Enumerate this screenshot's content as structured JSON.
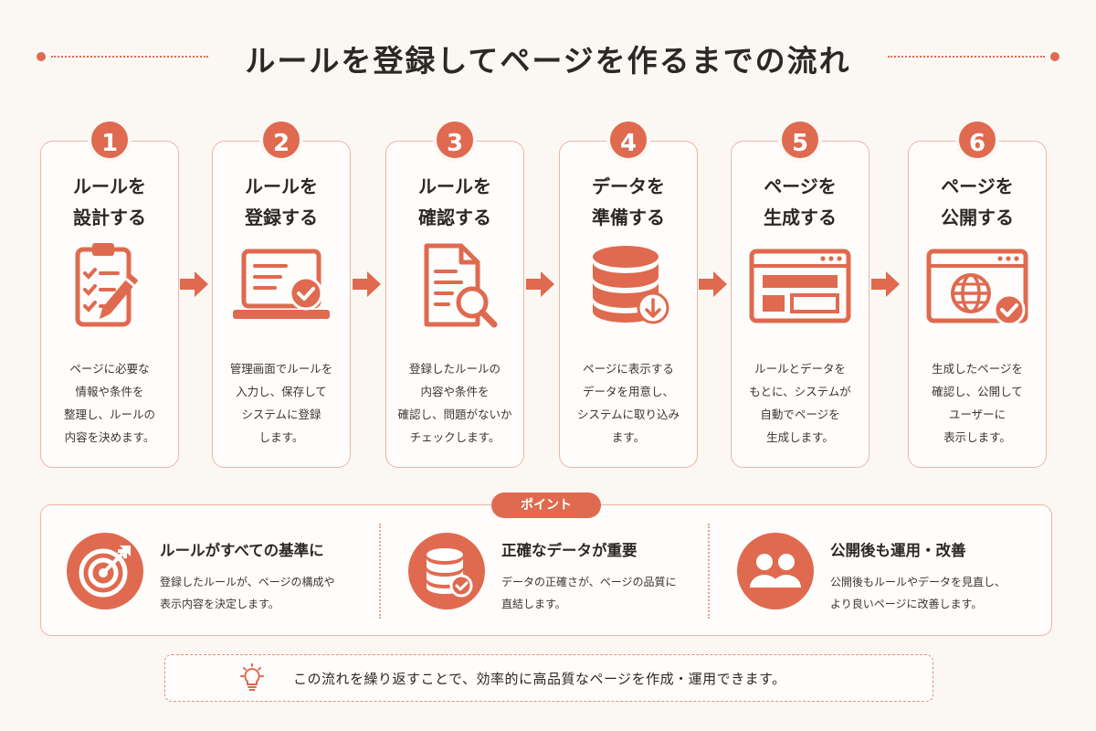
{
  "title": "ルールを登録してページを作るまでの流れ",
  "colors": {
    "accent": "#df6a4f",
    "border": "#eab7a5",
    "background": "#fbf7f3"
  },
  "steps": [
    {
      "number": "1",
      "title": [
        "ルールを",
        "設計する"
      ],
      "icon": "clipboard-pencil-icon",
      "desc": [
        "ページに必要な",
        "情報や条件を",
        "整理し、ルールの",
        "内容を決めます。"
      ]
    },
    {
      "number": "2",
      "title": [
        "ルールを",
        "登録する"
      ],
      "icon": "laptop-check-icon",
      "desc": [
        "管理画面でルールを",
        "入力し、保存して",
        "システムに登録",
        "します。"
      ]
    },
    {
      "number": "3",
      "title": [
        "ルールを",
        "確認する"
      ],
      "icon": "document-search-icon",
      "desc": [
        "登録したルールの",
        "内容や条件を",
        "確認し、問題がないか",
        "チェックします。"
      ]
    },
    {
      "number": "4",
      "title": [
        "データを",
        "準備する"
      ],
      "icon": "database-download-icon",
      "desc": [
        "ページに表示する",
        "データを用意し、",
        "システムに取り込み",
        "ます。"
      ]
    },
    {
      "number": "5",
      "title": [
        "ページを",
        "生成する"
      ],
      "icon": "browser-layout-icon",
      "desc": [
        "ルールとデータを",
        "もとに、システムが",
        "自動でページを",
        "生成します。"
      ]
    },
    {
      "number": "6",
      "title": [
        "ページを",
        "公開する"
      ],
      "icon": "browser-globe-check-icon",
      "desc": [
        "生成したページを",
        "確認し、公開して",
        "ユーザーに",
        "表示します。"
      ]
    }
  ],
  "points": {
    "label": "ポイント",
    "items": [
      {
        "icon": "target-icon",
        "title": "ルールがすべての基準に",
        "desc": [
          "登録したルールが、ページの構成や",
          "表示内容を決定します。"
        ]
      },
      {
        "icon": "database-check-icon",
        "title": "正確なデータが重要",
        "desc": [
          "データの正確さが、ページの品質に",
          "直結します。"
        ]
      },
      {
        "icon": "users-icon",
        "title": "公開後も運用・改善",
        "desc": [
          "公開後もルールやデータを見直し、",
          "より良いページに改善します。"
        ]
      }
    ]
  },
  "footer": {
    "icon": "lightbulb-icon",
    "text": "この流れを繰り返すことで、効率的に高品質なページを作成・運用できます。"
  }
}
